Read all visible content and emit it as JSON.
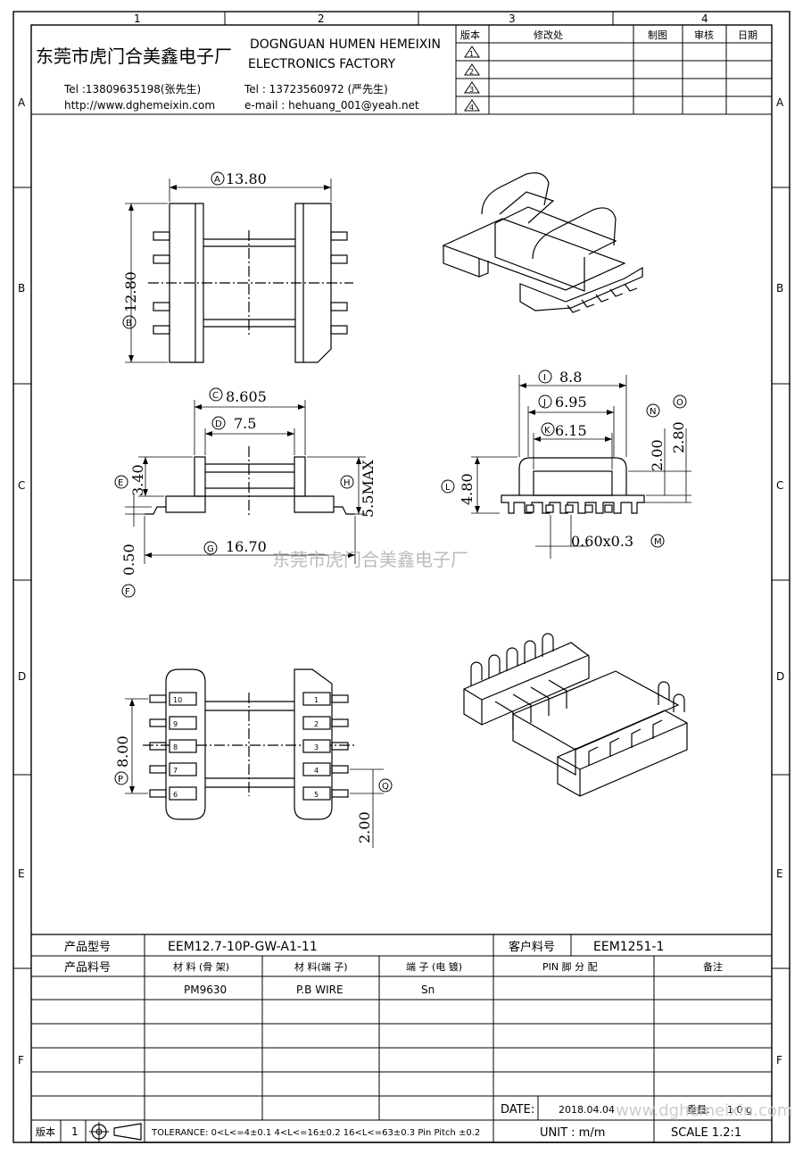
{
  "grid": {
    "columns": [
      "1",
      "2",
      "3",
      "4"
    ],
    "rows": [
      "A",
      "B",
      "C",
      "D",
      "E",
      "F"
    ]
  },
  "header": {
    "company_cn": "东莞市虎门合美鑫电子厂",
    "company_en_line1": "DOGNGUAN HUMEN HEMEIXIN",
    "company_en_line2": "ELECTRONICS FACTORY",
    "tel1": "Tel :13809635198(张先生)",
    "url": "http://www.dghemeixin.com",
    "tel2": "Tel : 13723560972 (严先生)",
    "email": "e-mail : hehuang_001@yeah.net"
  },
  "revision_table": {
    "headers": [
      "版本",
      "修改处",
      "制图",
      "审核",
      "日期"
    ],
    "versions": [
      "1",
      "2",
      "3",
      "4"
    ]
  },
  "dimensions": {
    "A": "13.80",
    "B": "12.80",
    "C": "8.605",
    "D": "7.5",
    "E": "3.40",
    "F": "0.50",
    "G": "16.70",
    "H": "5.5MAX",
    "I": "8.8",
    "J": "6.95",
    "K": "6.15",
    "L": "4.80",
    "M": "0.60x0.3",
    "N": "2.00",
    "O": "2.80",
    "P": "8.00",
    "Q": "2.00"
  },
  "dimension_letters": {
    "A": "A",
    "B": "B",
    "C": "C",
    "D": "D",
    "E": "E",
    "F": "F",
    "G": "G",
    "H": "H",
    "I": "I",
    "J": "J",
    "K": "K",
    "L": "L",
    "M": "M",
    "N": "N",
    "O": "O",
    "P": "P",
    "Q": "Q"
  },
  "pins_right": [
    "1",
    "2",
    "3",
    "4",
    "5"
  ],
  "pins_left": [
    "10",
    "9",
    "8",
    "7",
    "6"
  ],
  "watermark": "东莞市虎门合美鑫电子厂",
  "title_block": {
    "product_model_label": "产品型号",
    "product_model": "EEM12.7-10P-GW-A1-11",
    "customer_part_label": "客户料号",
    "customer_part": "EEM1251-1",
    "product_part_label": "产品料号",
    "material_bobbin_label": "材 料 (骨 架)",
    "material_pin_label": "材 料(端 子)",
    "terminal_label": "端 子 (电 镀)",
    "pin_assign_label": "PIN 脚 分 配",
    "remark_label": "备注",
    "material_bobbin": "PM9630",
    "material_pin": "P.B WIRE",
    "terminal": "Sn",
    "date_label": "DATE:",
    "date": "2018.04.04",
    "weight_label": "重量:",
    "weight": "1.0 g",
    "watermark_url": "www.dghemeixin.com",
    "version_label": "版本",
    "version": "1",
    "tolerance": "TOLERANCE:  0<L<=4±0.1  4<L<=16±0.2  16<L<=63±0.3  Pin Pitch  ±0.2",
    "unit": "UNIT : m/m",
    "scale": "SCALE  1.2:1"
  }
}
